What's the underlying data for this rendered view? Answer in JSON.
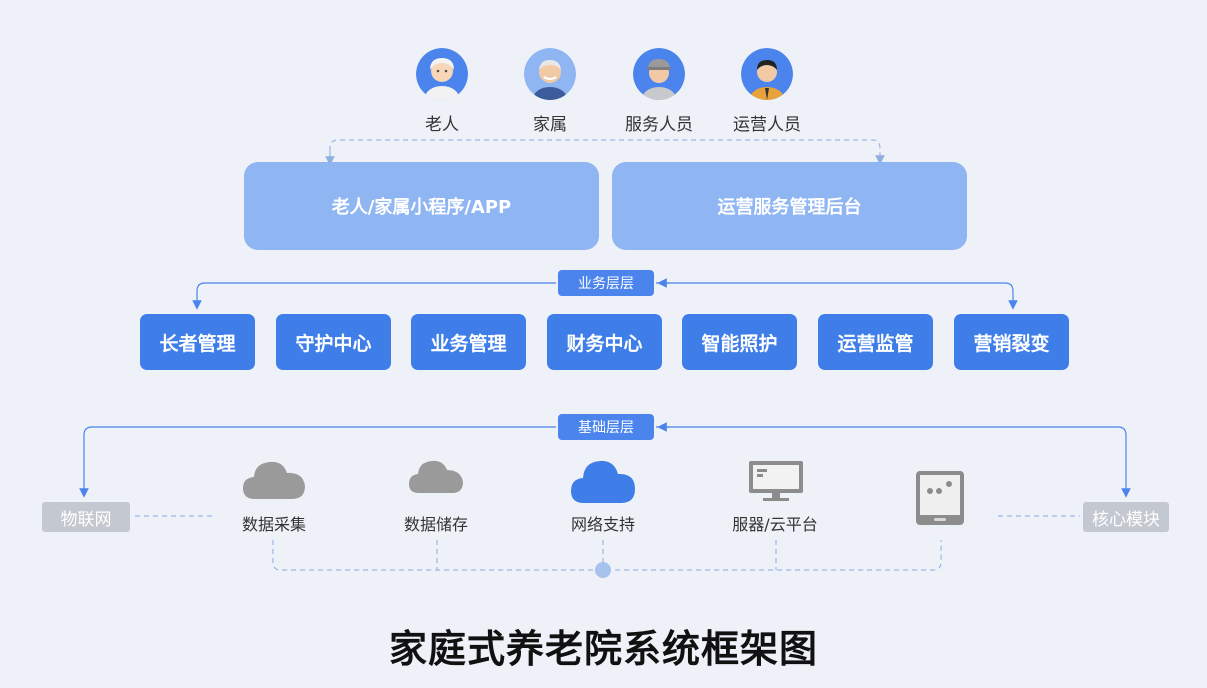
{
  "users": [
    {
      "label": "老人",
      "icon": "elderly-woman-icon"
    },
    {
      "label": "家属",
      "icon": "elderly-man-icon"
    },
    {
      "label": "服务人员",
      "icon": "service-staff-icon"
    },
    {
      "label": "运营人员",
      "icon": "operator-icon"
    }
  ],
  "platforms": [
    {
      "label": "老人/家属小程序/APP"
    },
    {
      "label": "运营服务管理后台"
    }
  ],
  "business_layer": {
    "label": "业务层层",
    "modules": [
      "长者管理",
      "守护中心",
      "业务管理",
      "财务中心",
      "智能照护",
      "运营监管",
      "营销裂变"
    ]
  },
  "base_layer": {
    "label": "基础层层",
    "left_tag": "物联网",
    "right_tag": "核心模块",
    "items": [
      {
        "label": "数据采集",
        "icon": "cloud-gray-icon"
      },
      {
        "label": "数据储存",
        "icon": "cloud-gray-icon"
      },
      {
        "label": "网络支持",
        "icon": "cloud-blue-icon"
      },
      {
        "label": "服器/云平台",
        "icon": "monitor-icon"
      },
      {
        "label": "",
        "icon": "tablet-icon"
      }
    ]
  },
  "title": "家庭式养老院系统框架图",
  "colors": {
    "accent": "#3f7ee8",
    "platform": "#8fb5f3",
    "tag": "#4a84ec",
    "gray_tag": "#c4c8d0",
    "background": "#eef2f8"
  }
}
